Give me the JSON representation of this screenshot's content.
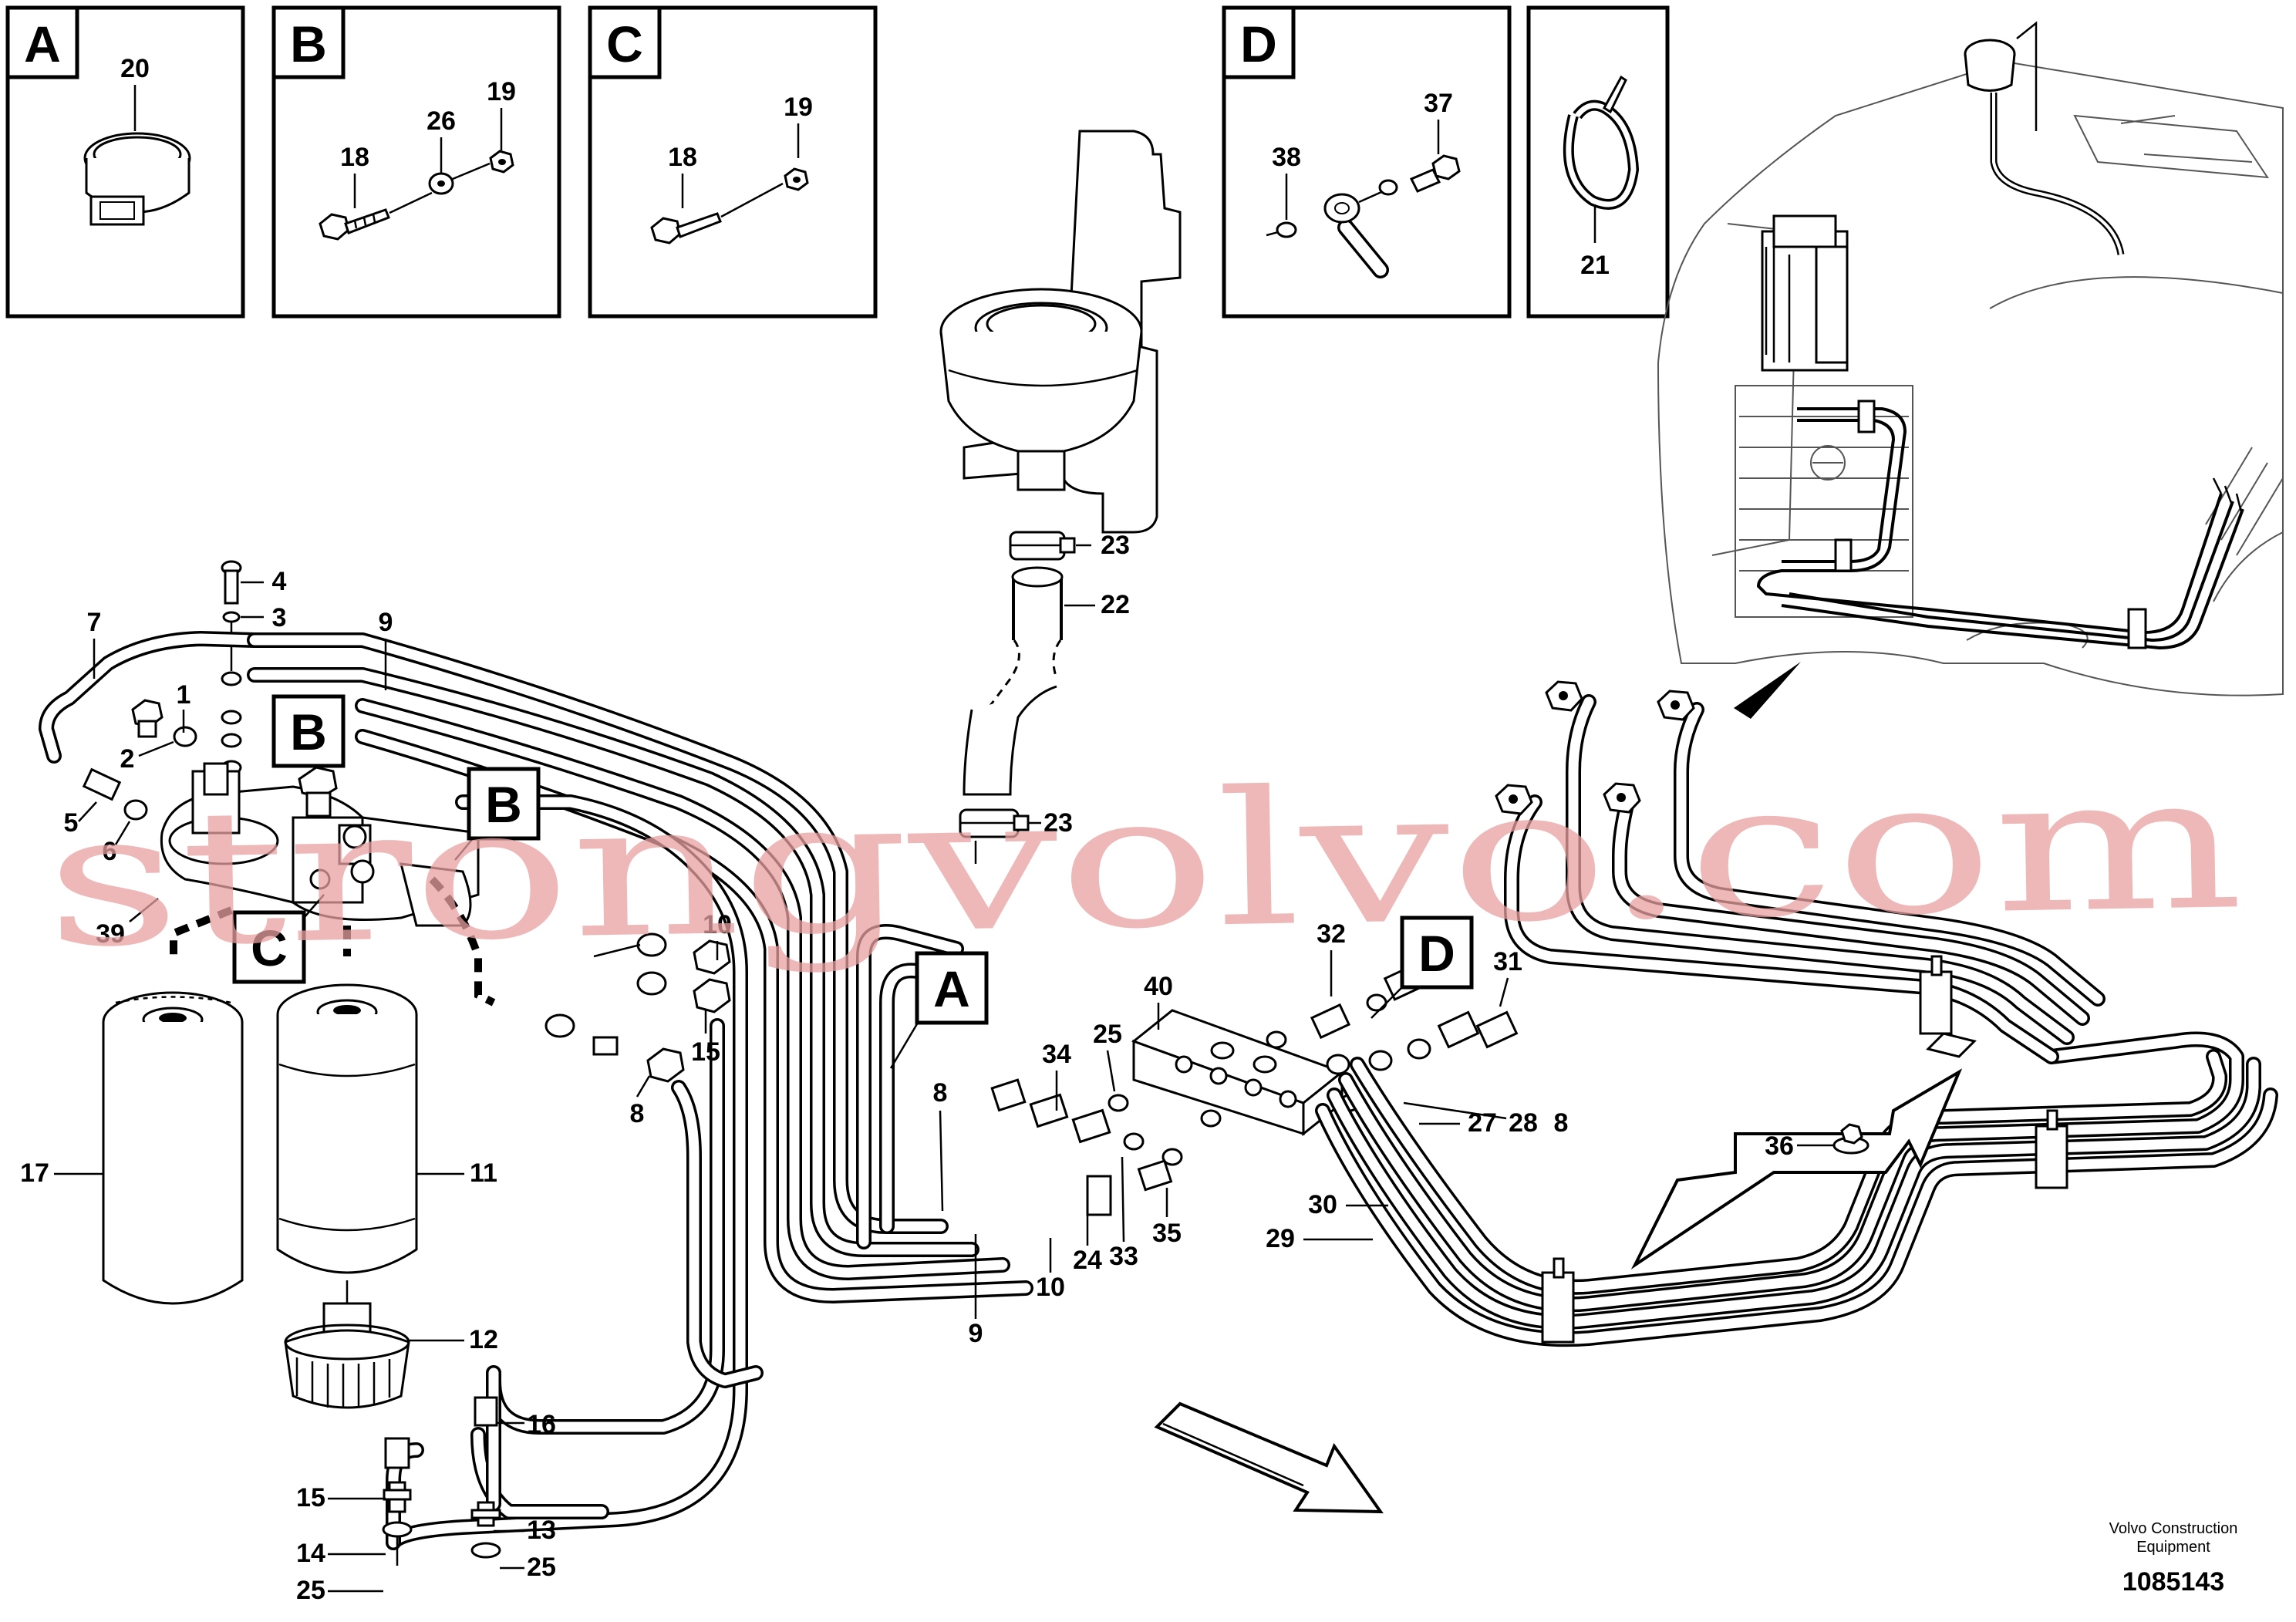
{
  "insets": [
    {
      "letter": "A",
      "parts": [
        "20"
      ]
    },
    {
      "letter": "B",
      "parts": [
        "18",
        "26",
        "19"
      ]
    },
    {
      "letter": "C",
      "parts": [
        "18",
        "19"
      ]
    },
    {
      "letter": "D",
      "parts": [
        "38",
        "37"
      ]
    },
    {
      "letter": "",
      "parts": [
        "21"
      ]
    }
  ],
  "diagram_markers": [
    "B",
    "B",
    "C",
    "A",
    "D"
  ],
  "callouts": [
    "1",
    "2",
    "3",
    "4",
    "5",
    "6",
    "7",
    "8",
    "8",
    "8",
    "9",
    "9",
    "10",
    "10",
    "11",
    "12",
    "13",
    "14",
    "15",
    "15",
    "16",
    "17",
    "22",
    "23",
    "23",
    "24",
    "25",
    "25",
    "25",
    "27",
    "28",
    "29",
    "30",
    "31",
    "32",
    "33",
    "34",
    "35",
    "36",
    "39",
    "40"
  ],
  "watermark": "strongvolvo.com",
  "footer": {
    "company_line1": "Volvo Construction",
    "company_line2": "Equipment",
    "drawing_number": "1085143"
  }
}
